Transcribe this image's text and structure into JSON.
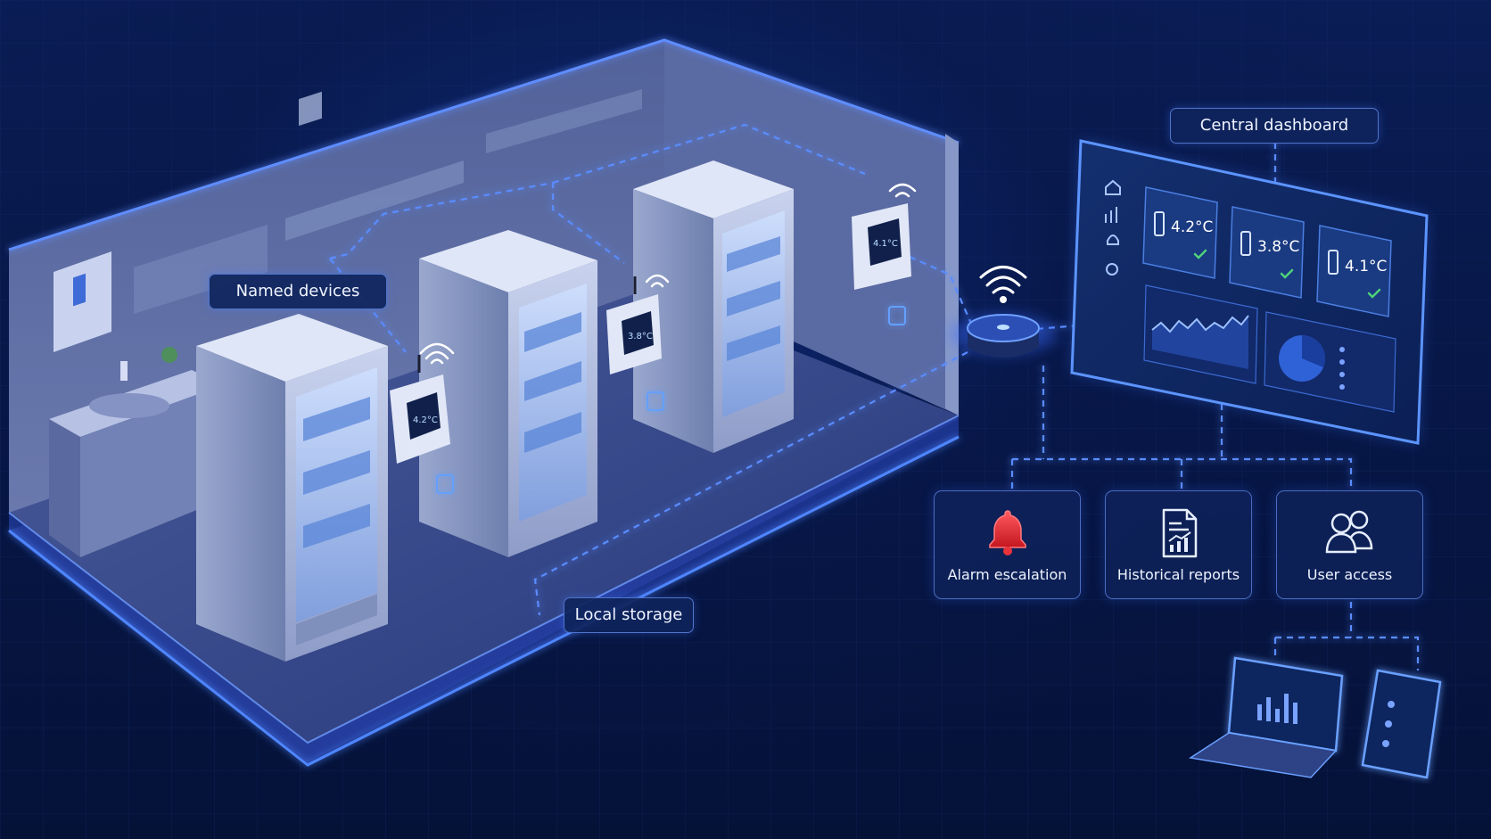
{
  "labels": {
    "named_devices": "Named devices",
    "local_storage": "Local storage",
    "central_dashboard": "Central dashboard"
  },
  "sensors": [
    {
      "reading": "4.2°C"
    },
    {
      "reading": "3.8°C"
    },
    {
      "reading": "4.1°C"
    }
  ],
  "dashboard": {
    "cards": [
      {
        "reading": "4.2°C"
      },
      {
        "reading": "3.8°C"
      },
      {
        "reading": "4.1°C"
      }
    ]
  },
  "features": [
    {
      "label": "Alarm escalation",
      "icon": "bell-icon"
    },
    {
      "label": "Historical reports",
      "icon": "report-chart-icon"
    },
    {
      "label": "User access",
      "icon": "users-icon"
    }
  ],
  "colors": {
    "background": "#06153f",
    "glow": "#3f7bff",
    "alarm": "#e8333a",
    "ok": "#4fd27a"
  }
}
